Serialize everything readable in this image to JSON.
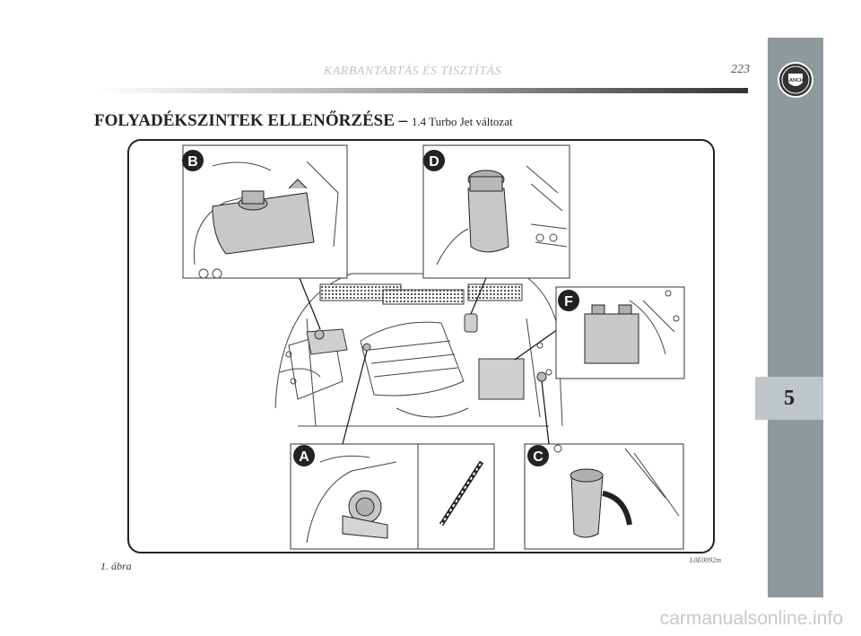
{
  "header": {
    "running_title": "KARBANTARTÁS ÉS TISZTÍTÁS",
    "page_number": "223"
  },
  "logo": {
    "text": "LANCIA",
    "icon": "lancia-shield-icon"
  },
  "chapter_tab": {
    "number": "5"
  },
  "section": {
    "title": "FOLYADÉKSZINTEK ELLENŐRZÉSE –",
    "subtitle": "1.4 Turbo Jet változat"
  },
  "figure": {
    "callouts": [
      "A",
      "B",
      "C",
      "D",
      "F"
    ],
    "caption": "1. ábra",
    "code": "L0E0092m"
  },
  "watermark": "carmanualsonline.info",
  "colors": {
    "side_tab": "#8f999c",
    "chapter_tab": "#bfc6c9",
    "callout": "#222222",
    "line_art": "#333333"
  }
}
